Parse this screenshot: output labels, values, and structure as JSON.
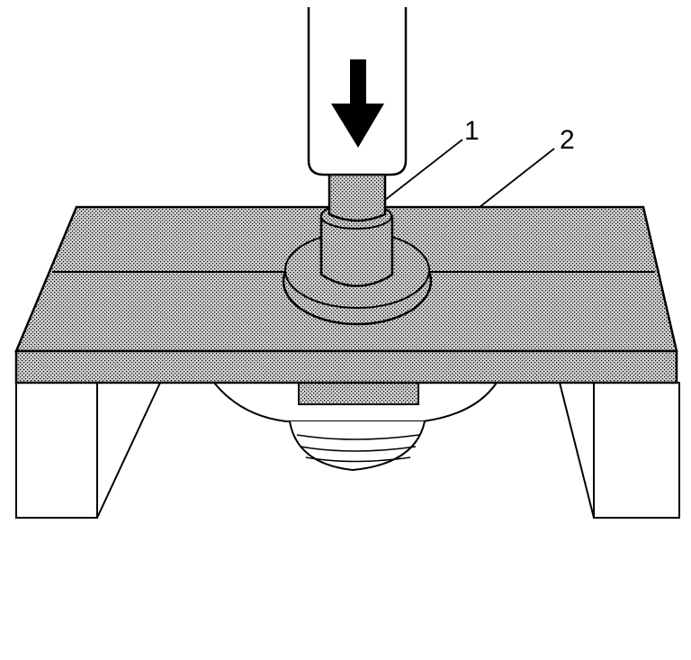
{
  "callouts": [
    {
      "number": "1",
      "target": "installer-tool"
    },
    {
      "number": "2",
      "target": "press-plate"
    }
  ],
  "colors": {
    "line": "#000000",
    "background": "#ffffff",
    "stipple_dot": "#000000",
    "stipple_base": "#cfcfcf"
  },
  "icons": {
    "direction": "down-arrow-icon"
  }
}
